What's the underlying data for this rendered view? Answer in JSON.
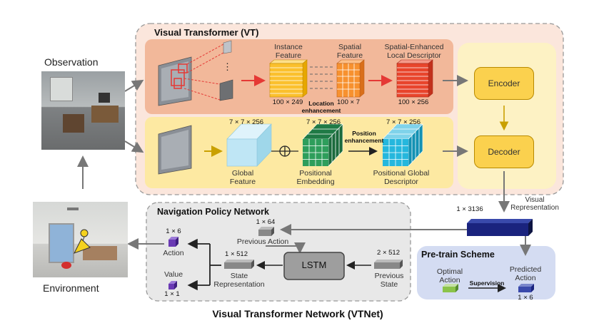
{
  "vt": {
    "title": "Visual Transformer (VT)",
    "top_branch": {
      "instance_label_1": "Instance",
      "instance_label_2": "Feature",
      "instance_dim": "100 × 249",
      "spatial_label_1": "Spatial",
      "spatial_label_2": "Feature",
      "spatial_dim": "100 × 7",
      "location_1": "Location",
      "location_2": "enhancement",
      "descriptor_label_1": "Spatial-Enhanced",
      "descriptor_label_2": "Local Descriptor",
      "descriptor_dim": "100 × 256",
      "dots": "⋮"
    },
    "bottom_branch": {
      "global_dim": "7 × 7 × 256",
      "global_label_1": "Global",
      "global_label_2": "Feature",
      "plus": "⊕",
      "positional_dim": "7 × 7 × 256",
      "positional_label_1": "Positional",
      "positional_label_2": "Embedding",
      "position_1": "Position",
      "position_2": "enhancement",
      "pgd_dim": "7 × 7 × 256",
      "pgd_label_1": "Positional Global",
      "pgd_label_2": "Descriptor"
    },
    "encoder": "Encoder",
    "decoder": "Decoder"
  },
  "observation": "Observation",
  "environment": "Environment",
  "visual_rep": {
    "dim": "1 × 3136",
    "label_1": "Visual",
    "label_2": "Representation"
  },
  "nav": {
    "title": "Navigation Policy Network",
    "prev_action_dim": "1 × 64",
    "prev_action_label": "Previous Action",
    "lstm": "LSTM",
    "prev_state_dim": "2 × 512",
    "prev_state_1": "Previous",
    "prev_state_2": "State",
    "state_dim": "1 × 512",
    "state_1": "State",
    "state_2": "Representation",
    "action_dim": "1 × 6",
    "action_label": "Action",
    "value_label": "Value",
    "value_dim": "1 × 1"
  },
  "pretrain": {
    "title": "Pre-train Scheme",
    "optimal_1": "Optimal",
    "optimal_2": "Action",
    "supervision": "Supervision",
    "predicted_1": "Predicted",
    "predicted_2": "Action",
    "predicted_dim": "1 × 6"
  },
  "bottom_title": "Visual Transformer Network (VTNet)",
  "colors": {
    "vt_bg": "#fbe6dc",
    "top_branch": "#f2b89a",
    "bottom_branch": "#fde9a2",
    "encdec_bg": "#fdf2c4",
    "pill": "#fbd14e",
    "instance": "#fbc02d",
    "spatial": "#f7912f",
    "descriptor": "#e8452c",
    "global": "#bfe6f5",
    "positional": "#2e9e5b",
    "pgd": "#25b7dd",
    "visual_rep": "#1a237e",
    "nav_bg": "#e8e8e8",
    "pretrain_bg": "#d4dcf2",
    "optimal": "#8bc34a",
    "action": "#6a3ab4"
  }
}
